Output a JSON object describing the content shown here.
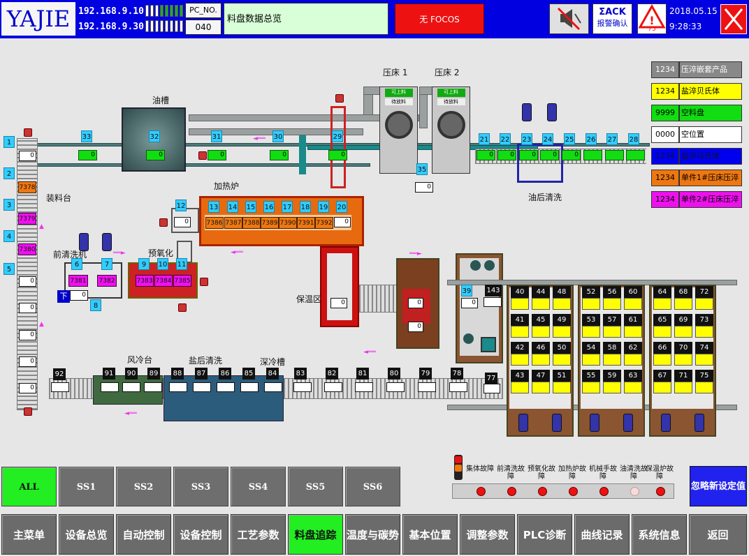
{
  "header": {
    "logo": "YAJIE",
    "ip1": "192.168.9.10",
    "ip2": "192.168.9.30",
    "pc_label": "PC_NO.",
    "pc_value": "040",
    "page_title": "料盘数据总览",
    "focos_status": "无 FOCOS",
    "ack_title": "ΣACK",
    "ack_sub": "报警确认",
    "alarm_count": "75",
    "date": "2018.05.15",
    "time": "9:28:33",
    "colors": {
      "bar": "#0000e0",
      "alarm_red": "#ee1111"
    }
  },
  "legend": [
    {
      "code": "1234",
      "label": "压淬嵌套产品",
      "color": "#888888"
    },
    {
      "code": "1234",
      "label": "盐淬贝氏体",
      "color": "#ffff00"
    },
    {
      "code": "9999",
      "label": "空料盘",
      "color": "#11dd11"
    },
    {
      "code": "0000",
      "label": "空位置",
      "color": "#ffffff"
    },
    {
      "code": "1234",
      "label": "盐淬马氏体",
      "color": "#0000ee"
    },
    {
      "code": "1234",
      "label": "单件1#压床压淬",
      "color": "#ee7711"
    },
    {
      "code": "1234",
      "label": "单件2#压床压淬",
      "color": "#ee11ee"
    }
  ],
  "labels": {
    "press1": "压床 1",
    "press2": "压床 2",
    "oil_tank": "油槽",
    "loading": "装料台",
    "furnace": "加热炉",
    "pre_wash": "前清洗机",
    "pre_ox": "预氧化",
    "holding": "保温区",
    "after_oil": "油后清洗",
    "air_cool": "风冷台",
    "after_salt": "盐后清洗",
    "deep_cool": "深冷槽",
    "down": "下",
    "press_tag": "可上料",
    "press_tag2": "待放料"
  },
  "stations": {
    "s1": "1",
    "s2": "2",
    "s3": "3",
    "s4": "4",
    "s5": "5",
    "s6": "6",
    "s7": "7",
    "s8": "8",
    "s9": "9",
    "s10": "10",
    "s11": "11",
    "s12": "12",
    "s13": "13",
    "s14": "14",
    "s15": "15",
    "s16": "16",
    "s17": "17",
    "s18": "18",
    "s19": "19",
    "s20": "20",
    "s21": "21",
    "s22": "22",
    "s23": "23",
    "s24": "24",
    "s25": "25",
    "s26": "26",
    "s27": "27",
    "s28": "28",
    "s29": "29",
    "s30": "30",
    "s31": "31",
    "s32": "32",
    "s33": "33",
    "s35": "35",
    "s39": "39",
    "s77": "77",
    "s78": "78",
    "s79": "79",
    "s80": "80",
    "s81": "81",
    "s82": "82",
    "s83": "83",
    "s84": "84",
    "s85": "85",
    "s86": "86",
    "s87": "87",
    "s88": "88",
    "s89": "89",
    "s90": "90",
    "s91": "91",
    "s92": "92",
    "s143": "143"
  },
  "trays": {
    "t2": "7378",
    "t3": "7379",
    "t4": "7380",
    "t6": "7381",
    "t7": "7382",
    "t9": "7383",
    "t10": "7384",
    "t11": "7385",
    "t13": "7386",
    "t14": "7387",
    "t15": "7388",
    "t16": "7389",
    "t17": "7390",
    "t18": "7391",
    "t19": "7392"
  },
  "zero": "0",
  "grid": {
    "c1": [
      "40",
      "44",
      "48",
      "41",
      "45",
      "49",
      "42",
      "46",
      "50",
      "43",
      "47",
      "51"
    ],
    "c2": [
      "52",
      "56",
      "60",
      "53",
      "57",
      "61",
      "54",
      "58",
      "62",
      "55",
      "59",
      "63"
    ],
    "c3": [
      "64",
      "68",
      "72",
      "65",
      "69",
      "73",
      "66",
      "70",
      "74",
      "67",
      "71",
      "75"
    ]
  },
  "ss_buttons": [
    "ALL",
    "SS1",
    "SS2",
    "SS3",
    "SS4",
    "SS5",
    "SS6"
  ],
  "faults": [
    "集体故障",
    "前清洗故障",
    "预氧化故障",
    "加热炉故障",
    "机械手故障",
    "油清洗故障",
    "保温炉故障"
  ],
  "fault_states": [
    "on",
    "on",
    "on",
    "on",
    "on",
    "off",
    "on"
  ],
  "ignore_button": "忽略新设定值",
  "nav": [
    "主菜单",
    "设备总览",
    "自动控制",
    "设备控制",
    "工艺参数",
    "料盘追踪",
    "温度与碳势",
    "基本位置",
    "调整参数",
    "PLC诊断",
    "曲线记录",
    "系统信息",
    "返回"
  ],
  "nav_active": 5
}
